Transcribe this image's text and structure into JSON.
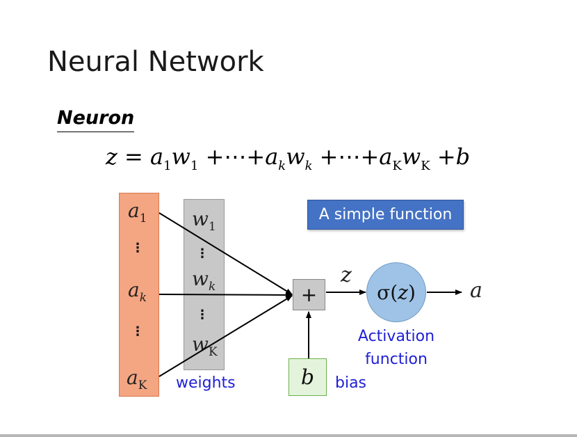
{
  "title": "Neural Network",
  "subtitle": "Neuron",
  "equation": {
    "lhs": "z",
    "eq": "=",
    "a1": "a",
    "a1_sub": "1",
    "w1": "w",
    "w1_sub": "1",
    "plus1": "+",
    "dots1": "⋯",
    "plus2": "+",
    "ak": "a",
    "ak_sub": "k",
    "wk": "w",
    "wk_sub": "k",
    "plus3": "+",
    "dots2": "⋯",
    "plus4": "+",
    "aK": "a",
    "aK_sub": "K",
    "wK": "w",
    "wK_sub": "K",
    "plus5": "+",
    "b": "b"
  },
  "inputs": {
    "a1": "a",
    "a1_sub": "1",
    "ak": "a",
    "ak_sub": "k",
    "aK": "a",
    "aK_sub": "K",
    "dots": "⋮"
  },
  "weights": {
    "w1": "w",
    "w1_sub": "1",
    "wk": "w",
    "wk_sub": "k",
    "wK": "w",
    "wK_sub": "K",
    "dots": "⋮",
    "label": "weights"
  },
  "sum_symbol": "+",
  "z_label": "z",
  "bias": {
    "symbol": "b",
    "label": "bias"
  },
  "activation": {
    "sigma": "σ",
    "open": "(",
    "arg": "z",
    "close": ")",
    "label_line1": "Activation",
    "label_line2": "function"
  },
  "output": "a",
  "callout": "A simple function",
  "colors": {
    "input_fill": "#f4a582",
    "weight_fill": "#c8c8c8",
    "bias_fill": "#e4f4dc",
    "activation_fill": "#9fc3e6",
    "callout_fill": "#4472c4",
    "label_blue": "#1f1fd6"
  }
}
